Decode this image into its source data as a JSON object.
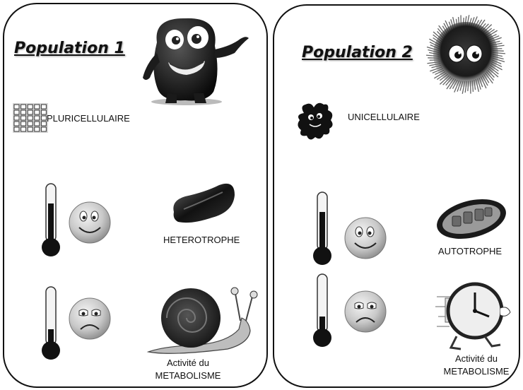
{
  "population1": {
    "title": "Population 1",
    "cell_type": "PLURICELLULAIRE",
    "nutrition": "HETEROTROPHE",
    "metabolism": {
      "line1": "Activité du",
      "line2": "METABOLISME"
    },
    "icons": [
      "furry-monster-icon",
      "cell-grid-icon",
      "thermometer-high-icon",
      "happy-face-icon",
      "mitochondria-icon",
      "thermometer-low-icon",
      "sad-face-icon",
      "snail-icon"
    ]
  },
  "population2": {
    "title": "Population 2",
    "cell_type": "UNICELLULAIRE",
    "nutrition": "AUTOTROPHE",
    "metabolism": {
      "line1": "Activité du",
      "line2": "METABOLISME"
    },
    "icons": [
      "fuzzy-ball-icon",
      "microbe-icon",
      "thermometer-high-icon",
      "happy-face-icon",
      "chloroplast-icon",
      "thermometer-low-icon",
      "sad-face-icon",
      "running-clock-icon"
    ]
  }
}
